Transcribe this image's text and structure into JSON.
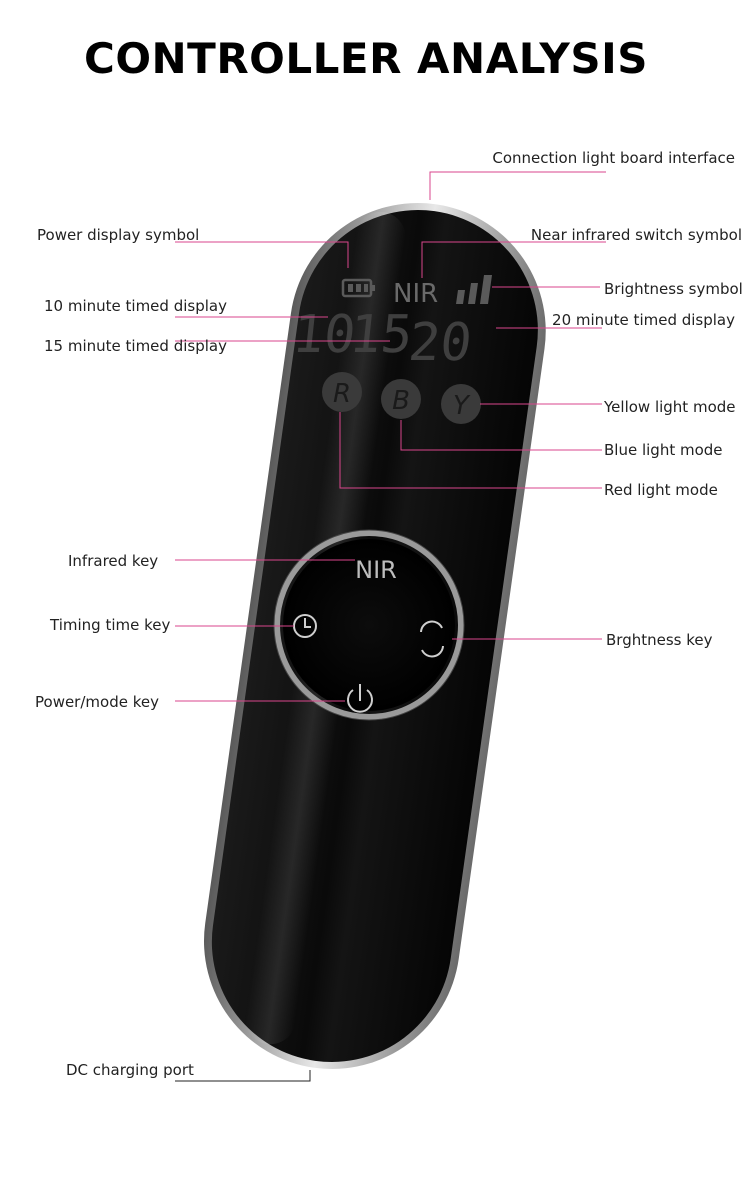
{
  "title": "CONTROLLER ANALYSIS",
  "device": {
    "nir_text": "NIR",
    "digits": [
      "10",
      "15",
      "20"
    ],
    "mode_buttons": [
      "R",
      "B",
      "Y"
    ],
    "key_nir_text": "NIR"
  },
  "labels": {
    "connection_light_board_interface": "Connection light board interface",
    "power_display_symbol": "Power display symbol",
    "near_infrared_switch_symbol": "Near infrared switch symbol",
    "brightness_symbol": "Brightness symbol",
    "ten_minute_timed_display": "10 minute timed display",
    "fifteen_minute_timed_display": "15 minute timed display",
    "twenty_minute_timed_display": "20 minute timed display",
    "yellow_light_mode": "Yellow light mode",
    "blue_light_mode": "Blue light mode",
    "red_light_mode": "Red light mode",
    "infrared_key": "Infrared key",
    "timing_time_key": "Timing time key",
    "brightness_key": "Brghtness key",
    "power_mode_key": "Power/mode key",
    "dc_charging_port": "DC charging port"
  },
  "colors": {
    "leader_line": "#d9468c",
    "device_body": "#0b0b0b",
    "device_rim": "#9a9a9a",
    "display_dim": "#5a5a5a"
  },
  "icons": [
    "battery-icon",
    "signal-bars-icon",
    "clock-icon",
    "power-icon",
    "refresh-icon"
  ]
}
